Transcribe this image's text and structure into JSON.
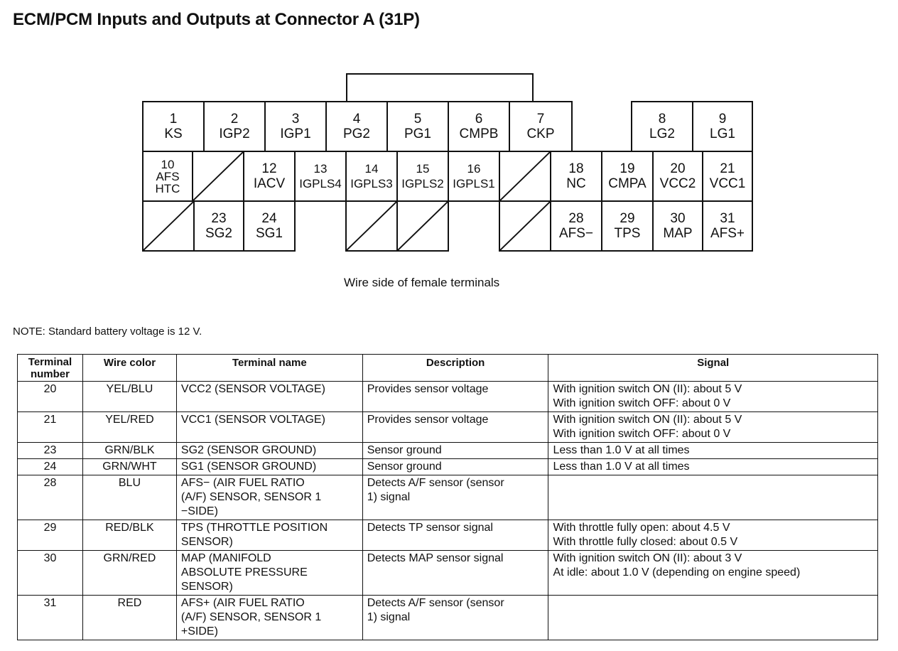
{
  "title": "ECM/PCM Inputs and Outputs at Connector A (31P)",
  "connector": {
    "caption": "Wire side of female terminals",
    "terminals": {
      "t1": {
        "num": "1",
        "label": "KS"
      },
      "t2": {
        "num": "2",
        "label": "IGP2"
      },
      "t3": {
        "num": "3",
        "label": "IGP1"
      },
      "t4": {
        "num": "4",
        "label": "PG2"
      },
      "t5": {
        "num": "5",
        "label": "PG1"
      },
      "t6": {
        "num": "6",
        "label": "CMPB"
      },
      "t7": {
        "num": "7",
        "label": "CKP"
      },
      "t8": {
        "num": "8",
        "label": "LG2"
      },
      "t9": {
        "num": "9",
        "label": "LG1"
      },
      "t10": {
        "num": "10",
        "label1": "AFS",
        "label2": "HTC"
      },
      "t12": {
        "num": "12",
        "label": "IACV"
      },
      "t13": {
        "num": "13",
        "label": "IGPLS4"
      },
      "t14": {
        "num": "14",
        "label": "IGPLS3"
      },
      "t15": {
        "num": "15",
        "label": "IGPLS2"
      },
      "t16": {
        "num": "16",
        "label": "IGPLS1"
      },
      "t18": {
        "num": "18",
        "label": "NC"
      },
      "t19": {
        "num": "19",
        "label": "CMPA"
      },
      "t20": {
        "num": "20",
        "label": "VCC2"
      },
      "t21": {
        "num": "21",
        "label": "VCC1"
      },
      "t23": {
        "num": "23",
        "label": "SG2"
      },
      "t24": {
        "num": "24",
        "label": "SG1"
      },
      "t28": {
        "num": "28",
        "label": "AFS−"
      },
      "t29": {
        "num": "29",
        "label": "TPS"
      },
      "t30": {
        "num": "30",
        "label": "MAP"
      },
      "t31": {
        "num": "31",
        "label": "AFS+"
      }
    }
  },
  "note": "NOTE: Standard battery voltage is 12 V.",
  "table": {
    "headers": {
      "terminal_line1": "Terminal",
      "terminal_line2": "number",
      "wire_color": "Wire color",
      "terminal_name": "Terminal name",
      "description": "Description",
      "signal": "Signal"
    },
    "rows": [
      {
        "terminal": "20",
        "wire": "YEL/BLU",
        "name": "VCC2 (SENSOR VOLTAGE)",
        "desc": "Provides sensor voltage",
        "signal1": "With ignition switch ON (II): about 5 V",
        "signal2": "With ignition switch OFF: about 0 V"
      },
      {
        "terminal": "21",
        "wire": "YEL/RED",
        "name": "VCC1 (SENSOR VOLTAGE)",
        "desc": "Provides sensor voltage",
        "signal1": "With ignition switch ON (II): about 5 V",
        "signal2": "With ignition switch OFF: about 0 V"
      },
      {
        "terminal": "23",
        "wire": "GRN/BLK",
        "name": "SG2 (SENSOR GROUND)",
        "desc": "Sensor ground",
        "signal1": "Less than 1.0 V at all times"
      },
      {
        "terminal": "24",
        "wire": "GRN/WHT",
        "name": "SG1 (SENSOR GROUND)",
        "desc": "Sensor ground",
        "signal1": "Less than 1.0 V at all times"
      },
      {
        "terminal": "28",
        "wire": "BLU",
        "name1": "AFS− (AIR FUEL RATIO",
        "name2": "(A/F) SENSOR, SENSOR 1",
        "name3": "−SIDE)",
        "desc1": "Detects A/F sensor (sensor",
        "desc2": "1) signal"
      },
      {
        "terminal": "29",
        "wire": "RED/BLK",
        "name1": "TPS (THROTTLE POSITION",
        "name2": "SENSOR)",
        "desc": "Detects TP sensor signal",
        "signal1": "With throttle fully open: about 4.5 V",
        "signal2": "With throttle fully closed: about 0.5 V"
      },
      {
        "terminal": "30",
        "wire": "GRN/RED",
        "name1": "MAP (MANIFOLD",
        "name2": "ABSOLUTE PRESSURE",
        "name3": "SENSOR)",
        "desc": "Detects MAP sensor signal",
        "signal1": "With ignition switch ON (II): about 3 V",
        "signal2": "At idle: about 1.0 V (depending on engine speed)"
      },
      {
        "terminal": "31",
        "wire": "RED",
        "name1": "AFS+ (AIR FUEL RATIO",
        "name2": "(A/F) SENSOR, SENSOR 1",
        "name3": "+SIDE)",
        "desc1": "Detects A/F sensor (sensor",
        "desc2": "1) signal"
      }
    ]
  }
}
